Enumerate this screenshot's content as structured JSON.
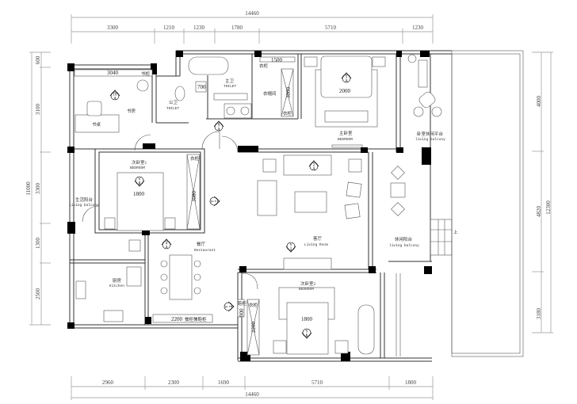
{
  "dimensions": {
    "top_total": "14460",
    "top": [
      "3300",
      "1210",
      "1230",
      "1780",
      "5710",
      "1230"
    ],
    "bottom": [
      "2960",
      "2300",
      "1690",
      "5710",
      "1800"
    ],
    "bottom_total": "14460",
    "left_total": "11000",
    "left": [
      "600",
      "3100",
      "3300",
      "1300",
      "2500"
    ],
    "right_total": "12300",
    "right": [
      "4000",
      "4820",
      "3180"
    ]
  },
  "rooms": {
    "study": {
      "cn": "书房"
    },
    "desk": {
      "cn": "书桌"
    },
    "bookcase": {
      "cn": "书柜",
      "dim": "3040"
    },
    "public_toilet": {
      "cn": "公卫",
      "en": "TOILET"
    },
    "master_toilet": {
      "cn": "主卫",
      "en": "TOILET"
    },
    "cloakroom": {
      "cn": "衣帽间",
      "dim_w": "1500",
      "dim_h": "3000",
      "wardrobe1": "衣柜",
      "wardrobe2": "衣柜"
    },
    "master_bedroom": {
      "cn": "主卧室",
      "en": "BEDROOM",
      "bed": "2000"
    },
    "bedroom_terrace": {
      "cn": "卧室休闲平台",
      "en": "living balcony"
    },
    "second_bedroom1": {
      "cn": "次卧室1",
      "en": "BEDROOM",
      "bed": "1800",
      "wardrobe": "衣柜",
      "wardrobe_dim": "3080"
    },
    "utility_balcony": {
      "cn": "生活阳台",
      "en": "living balcony"
    },
    "restaurant": {
      "cn": "餐厅",
      "en": "Restaurant",
      "cabinet": "2200",
      "cabinet_label": "餐柜兼鞋柜"
    },
    "kitchen": {
      "cn": "厨房",
      "en": "Kitchen"
    },
    "living_room": {
      "cn": "客厅",
      "en": "Living Room"
    },
    "leisure_balcony": {
      "cn": "休闲阳台",
      "en": "living balcony",
      "stair": "上"
    },
    "second_bedroom2": {
      "cn": "次卧室2",
      "en": "BEDROOM",
      "bed": "1800",
      "wardrobe": "衣柜",
      "wardrobe_dim": "2200",
      "cabinet": "鞋柜",
      "cabinet_dim": "900"
    },
    "toilet_fixture": "700"
  },
  "view_markers": [
    {
      "id": "10",
      "sub": "A"
    },
    {
      "id": "9",
      "sub": "A"
    },
    {
      "id": "5",
      "sub": "A"
    },
    {
      "id": "8",
      "sub": "Y"
    },
    {
      "id": "2",
      "sub": "A"
    },
    {
      "id": "4",
      "sub": "A"
    },
    {
      "id": "1",
      "sub": "Y"
    },
    {
      "id": "6",
      "sub": "Y"
    },
    {
      "id": "7",
      "sub": "Y"
    },
    {
      "id": "3",
      "sub": "Y"
    }
  ]
}
